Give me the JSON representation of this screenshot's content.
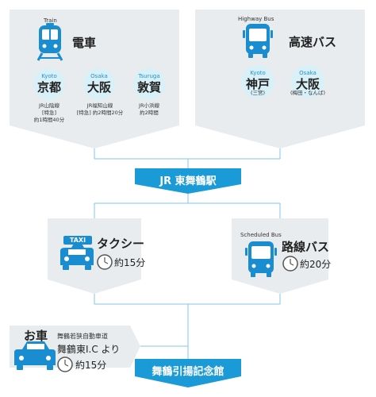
{
  "train": {
    "label_en": "Train",
    "title": "電車",
    "stations": [
      {
        "en": "Kyoto",
        "name": "京都",
        "note": [
          "JR山陰線",
          "[特急]",
          "約1時間40分"
        ]
      },
      {
        "en": "Osaka",
        "name": "大阪",
        "note": [
          "JR福知山線",
          "[特急] 約2時間20分"
        ]
      },
      {
        "en": "Tsuruga",
        "name": "敦賀",
        "note": [
          "JR小浜線",
          "約2時間"
        ]
      }
    ]
  },
  "bus": {
    "label_en": "Highway Bus",
    "title": "高速バス",
    "stops": [
      {
        "en": "Kyoto",
        "name": "神戸",
        "sub": "(三宮)"
      },
      {
        "en": "Osaka",
        "name": "大阪",
        "sub": "(梅田・なんば)"
      }
    ]
  },
  "station_banner": "JR 東舞鶴駅",
  "taxi": {
    "sign": "TAXI",
    "title": "タクシー",
    "time": "約15分"
  },
  "scheduled_bus": {
    "label_en": "Scheduled Bus",
    "title": "路線バス",
    "time": "約20分"
  },
  "car": {
    "title": "お車",
    "road": "舞鶴若狭自動車道",
    "exit": "舞鶴東I.C より",
    "time": "約15分"
  },
  "destination_banner": "舞鶴引揚記念館",
  "colors": {
    "accent": "#1a9ad6",
    "panel": "#e8ecee",
    "circle": "#d8f0f7",
    "line": "#7fc7e8"
  }
}
